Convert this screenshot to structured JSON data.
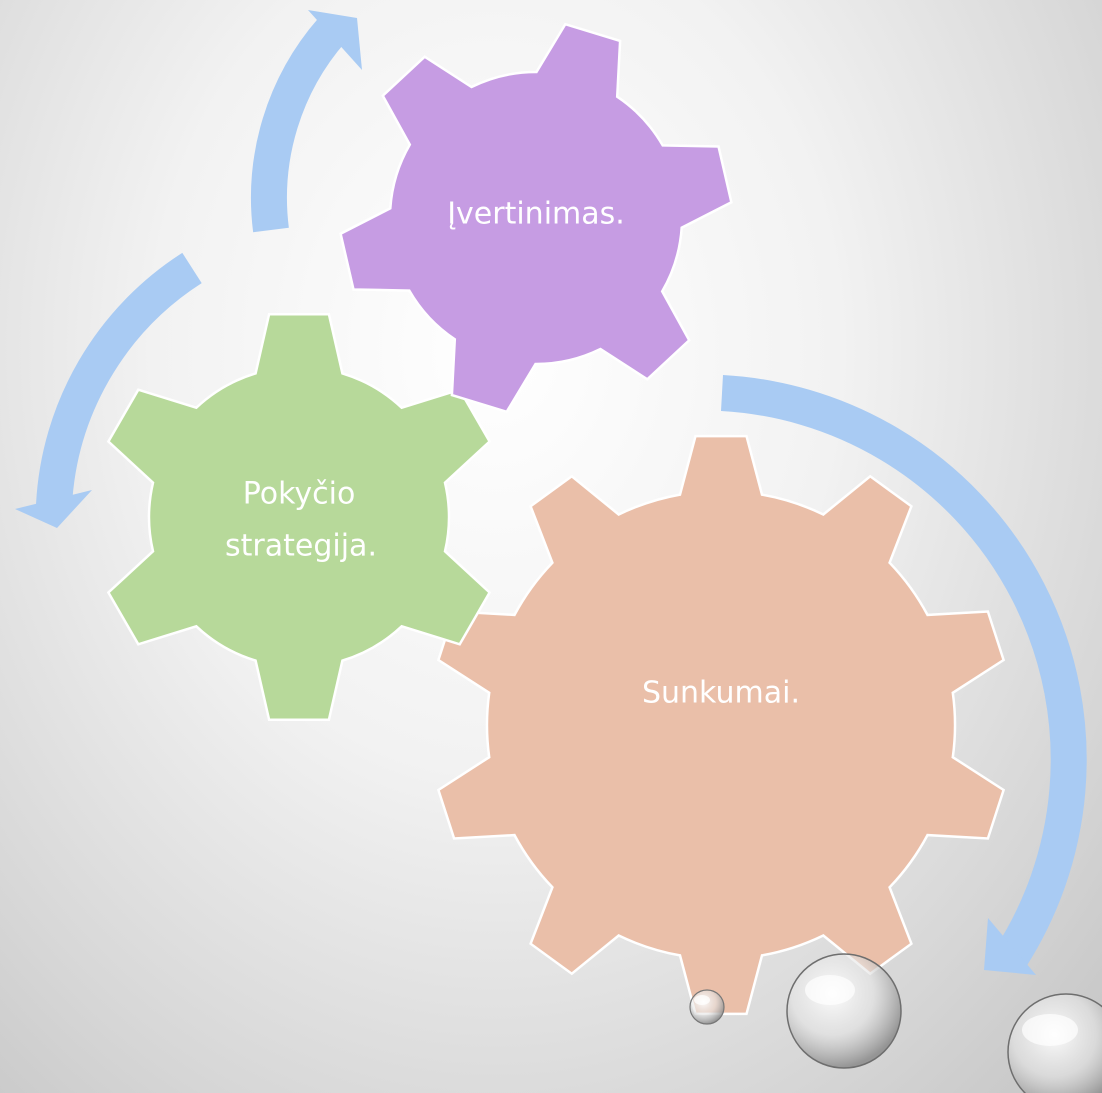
{
  "colors": {
    "gear_large": "#eabfa9",
    "gear_medium": "#b7d99a",
    "gear_small": "#c69ce3",
    "arrow": "#a9cbf3"
  },
  "gears": {
    "large": {
      "label": "Sunkumai."
    },
    "medium": {
      "label_line1": "Pokyčio",
      "label_line2": "strategija."
    },
    "small": {
      "label": "Įvertinimas."
    }
  },
  "arrows": [
    {
      "name": "cycle-arrow-top"
    },
    {
      "name": "cycle-arrow-left"
    },
    {
      "name": "cycle-arrow-right"
    }
  ]
}
